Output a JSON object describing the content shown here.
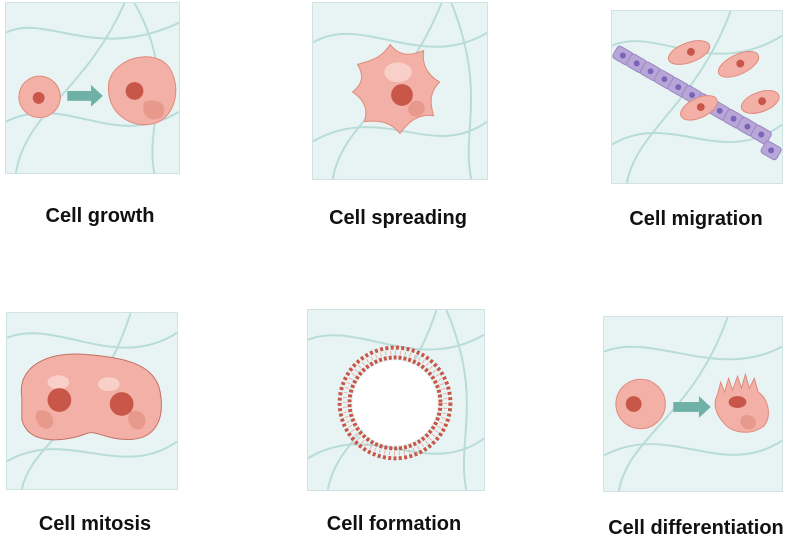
{
  "panels": [
    {
      "id": "growth",
      "label": "Cell growth"
    },
    {
      "id": "spreading",
      "label": "Cell spreading"
    },
    {
      "id": "migration",
      "label": "Cell migration"
    },
    {
      "id": "mitosis",
      "label": "Cell mitosis"
    },
    {
      "id": "formation",
      "label": "Cell formation"
    },
    {
      "id": "differentiation",
      "label": "Cell differentiation"
    }
  ],
  "colors": {
    "cell_fill": "#f2b0a6",
    "cell_edge": "#e08a7c",
    "nucleus": "#c8574a",
    "fiber": "#b8dcd9",
    "arrow": "#6fb1a6",
    "endothelial": "#b8a6d6",
    "endothelial_nucleus": "#7a63b8"
  }
}
